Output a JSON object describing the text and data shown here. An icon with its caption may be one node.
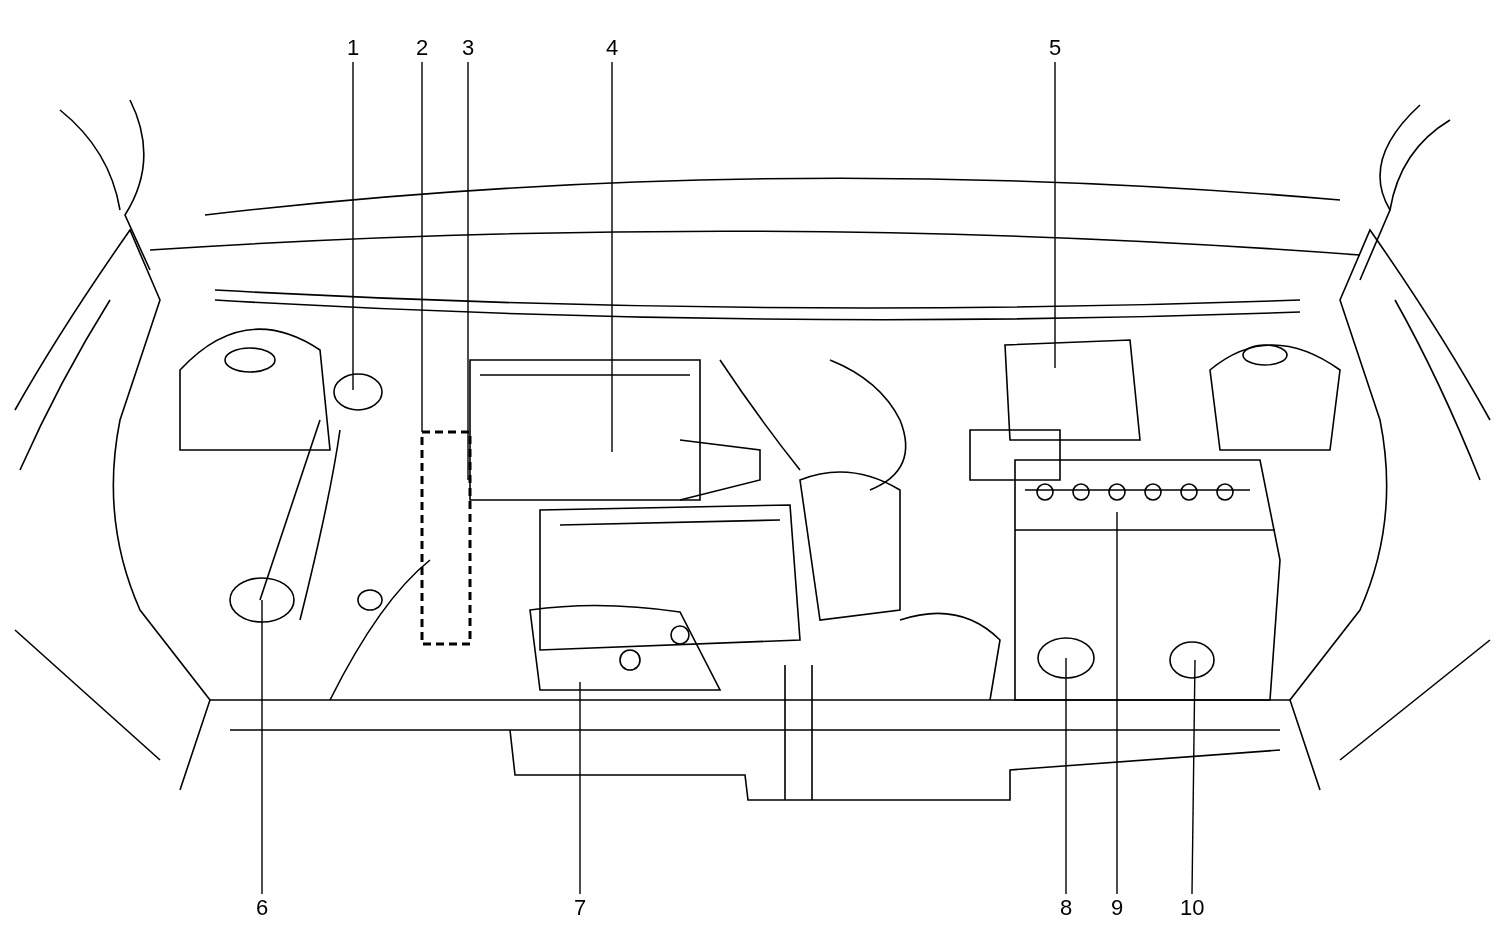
{
  "diagram": {
    "nodes": [
      {
        "text": [
          "1"
        ]
      },
      {
        "text": [
          "2"
        ]
      },
      {
        "text": [
          "3"
        ]
      },
      {
        "text": [
          "4"
        ]
      },
      {
        "text": [
          "5"
        ]
      },
      {
        "text": [
          "6"
        ]
      },
      {
        "text": [
          "7"
        ]
      },
      {
        "text": [
          "8"
        ]
      },
      {
        "text": [
          "9"
        ]
      },
      {
        "text": [
          "10"
        ]
      }
    ],
    "edges": [
      {
        "from": 0,
        "to": null,
        "arrow": "none"
      },
      {
        "from": 1,
        "to": null,
        "arrow": "none"
      },
      {
        "from": 2,
        "to": null,
        "arrow": "none"
      },
      {
        "from": 3,
        "to": null,
        "arrow": "none"
      },
      {
        "from": 4,
        "to": null,
        "arrow": "none"
      },
      {
        "from": 5,
        "to": null,
        "arrow": "none"
      },
      {
        "from": 6,
        "to": null,
        "arrow": "none"
      },
      {
        "from": 7,
        "to": null,
        "arrow": "none"
      },
      {
        "from": 8,
        "to": null,
        "arrow": "none"
      },
      {
        "from": 9,
        "to": null,
        "arrow": "none"
      }
    ]
  }
}
